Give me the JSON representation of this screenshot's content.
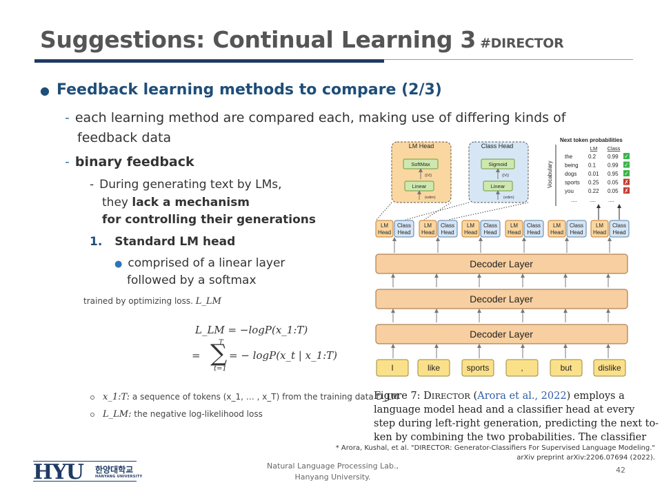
{
  "slide": {
    "title": "Suggestions: Continual Learning 3",
    "title_tag": "#DIRECTOR",
    "bullet1": "Feedback learning methods to compare (2/3)",
    "sub1_line1": "each learning method are compared each, making use of differing kinds of",
    "sub1_line2": "feedback data",
    "sub2": "binary feedback",
    "sub3_line1": "During generating text by LMs,",
    "sub3_line2a": "they ",
    "sub3_line2b": "lack a mechanism",
    "sub3_line3": "for controlling their generations",
    "numbered_num": "1.",
    "numbered_label": "Standard LM head",
    "sub4_line1": "comprised of a linear layer",
    "sub4_line2": "followed by a softmax"
  },
  "loss": {
    "intro": "trained by optimizing loss.",
    "intro_symbol": "L_LM",
    "eq1": "L_LM = −logP(x_1:T)",
    "eq2": "= − logP(x_t | x_1:T)",
    "sum_top": "T",
    "sum_bottom": "t=1",
    "sum_symbol": "∑",
    "bullet_a_symbol": "x_1:T:",
    "bullet_a_text": "a sequence of tokens (x_1, … , x_T) from the training data D_LM",
    "bullet_b_symbol": "L_LM:",
    "bullet_b_text": "the negative log-likelihood loss"
  },
  "figure": {
    "lm_head_title": "LM Head",
    "lm_softmax": "SoftMax",
    "lm_v": "(|V|)",
    "lm_linear": "Linear",
    "lm_edim": "(edim)",
    "class_head_title": "Class Head",
    "class_sigmoid": "Sigmoid",
    "class_v": "(|V|)",
    "class_linear": "Linear",
    "class_edim": "(edim)",
    "probs_title": "Next token probabilities",
    "vocab_label": "Vocabulary",
    "col_lm": "LM",
    "col_class": "Class",
    "prob_rows": [
      {
        "word": "the",
        "lm": "0.2",
        "cls": "0.99",
        "ok": true
      },
      {
        "word": "being",
        "lm": "0.1",
        "cls": "0.99",
        "ok": true
      },
      {
        "word": "dogs",
        "lm": "0.01",
        "cls": "0.95",
        "ok": true
      },
      {
        "word": "sports",
        "lm": "0.25",
        "cls": "0.05",
        "ok": false
      },
      {
        "word": "you",
        "lm": "0.22",
        "cls": "0.05",
        "ok": false
      }
    ],
    "ellipsis": "....",
    "head_lm_line1": "LM",
    "head_lm_line2": "Head",
    "head_cls_line1": "Class",
    "head_cls_line2": "Head",
    "decoder_label": "Decoder Layer",
    "tokens": [
      "I",
      "like",
      "sports",
      ",",
      "but",
      "dislike"
    ],
    "colors": {
      "orange_fill": "#fad7a0",
      "orange_stroke": "#c57a2b",
      "blue_fill": "#d6e6f5",
      "blue_stroke": "#5b7ea6",
      "decoder_fill": "#f8cfa0",
      "token_fill": "#fbe08a",
      "green_check": "#3cb44b",
      "red_cross": "#c0392b"
    }
  },
  "caption": {
    "line1_a": "Figure 7:  D",
    "line1_b": "IRECTOR",
    "line1_c": " (",
    "line1_cite": "Arora et al., 2022",
    "line1_d": ") employs a",
    "line2": "language model head and a classifier head at every",
    "line3": "step during left-right generation, predicting the next to-",
    "line4": "ken by combining the two probabilities.  The classifier"
  },
  "footnote": {
    "line1": "* Arora, Kushal, et al. \"DIRECTOR: Generator-Classifiers For Supervised Language Modeling.\"",
    "line2": "arXiv preprint arXiv:2206.07694 (2022)."
  },
  "footer": {
    "lab_line1": "Natural Language Processing Lab.,",
    "lab_line2": "Hanyang University.",
    "page_number": "42",
    "logo_main": "HYU",
    "logo_ko": "한양대학교",
    "logo_en": "HANYANG UNIVERSITY"
  }
}
